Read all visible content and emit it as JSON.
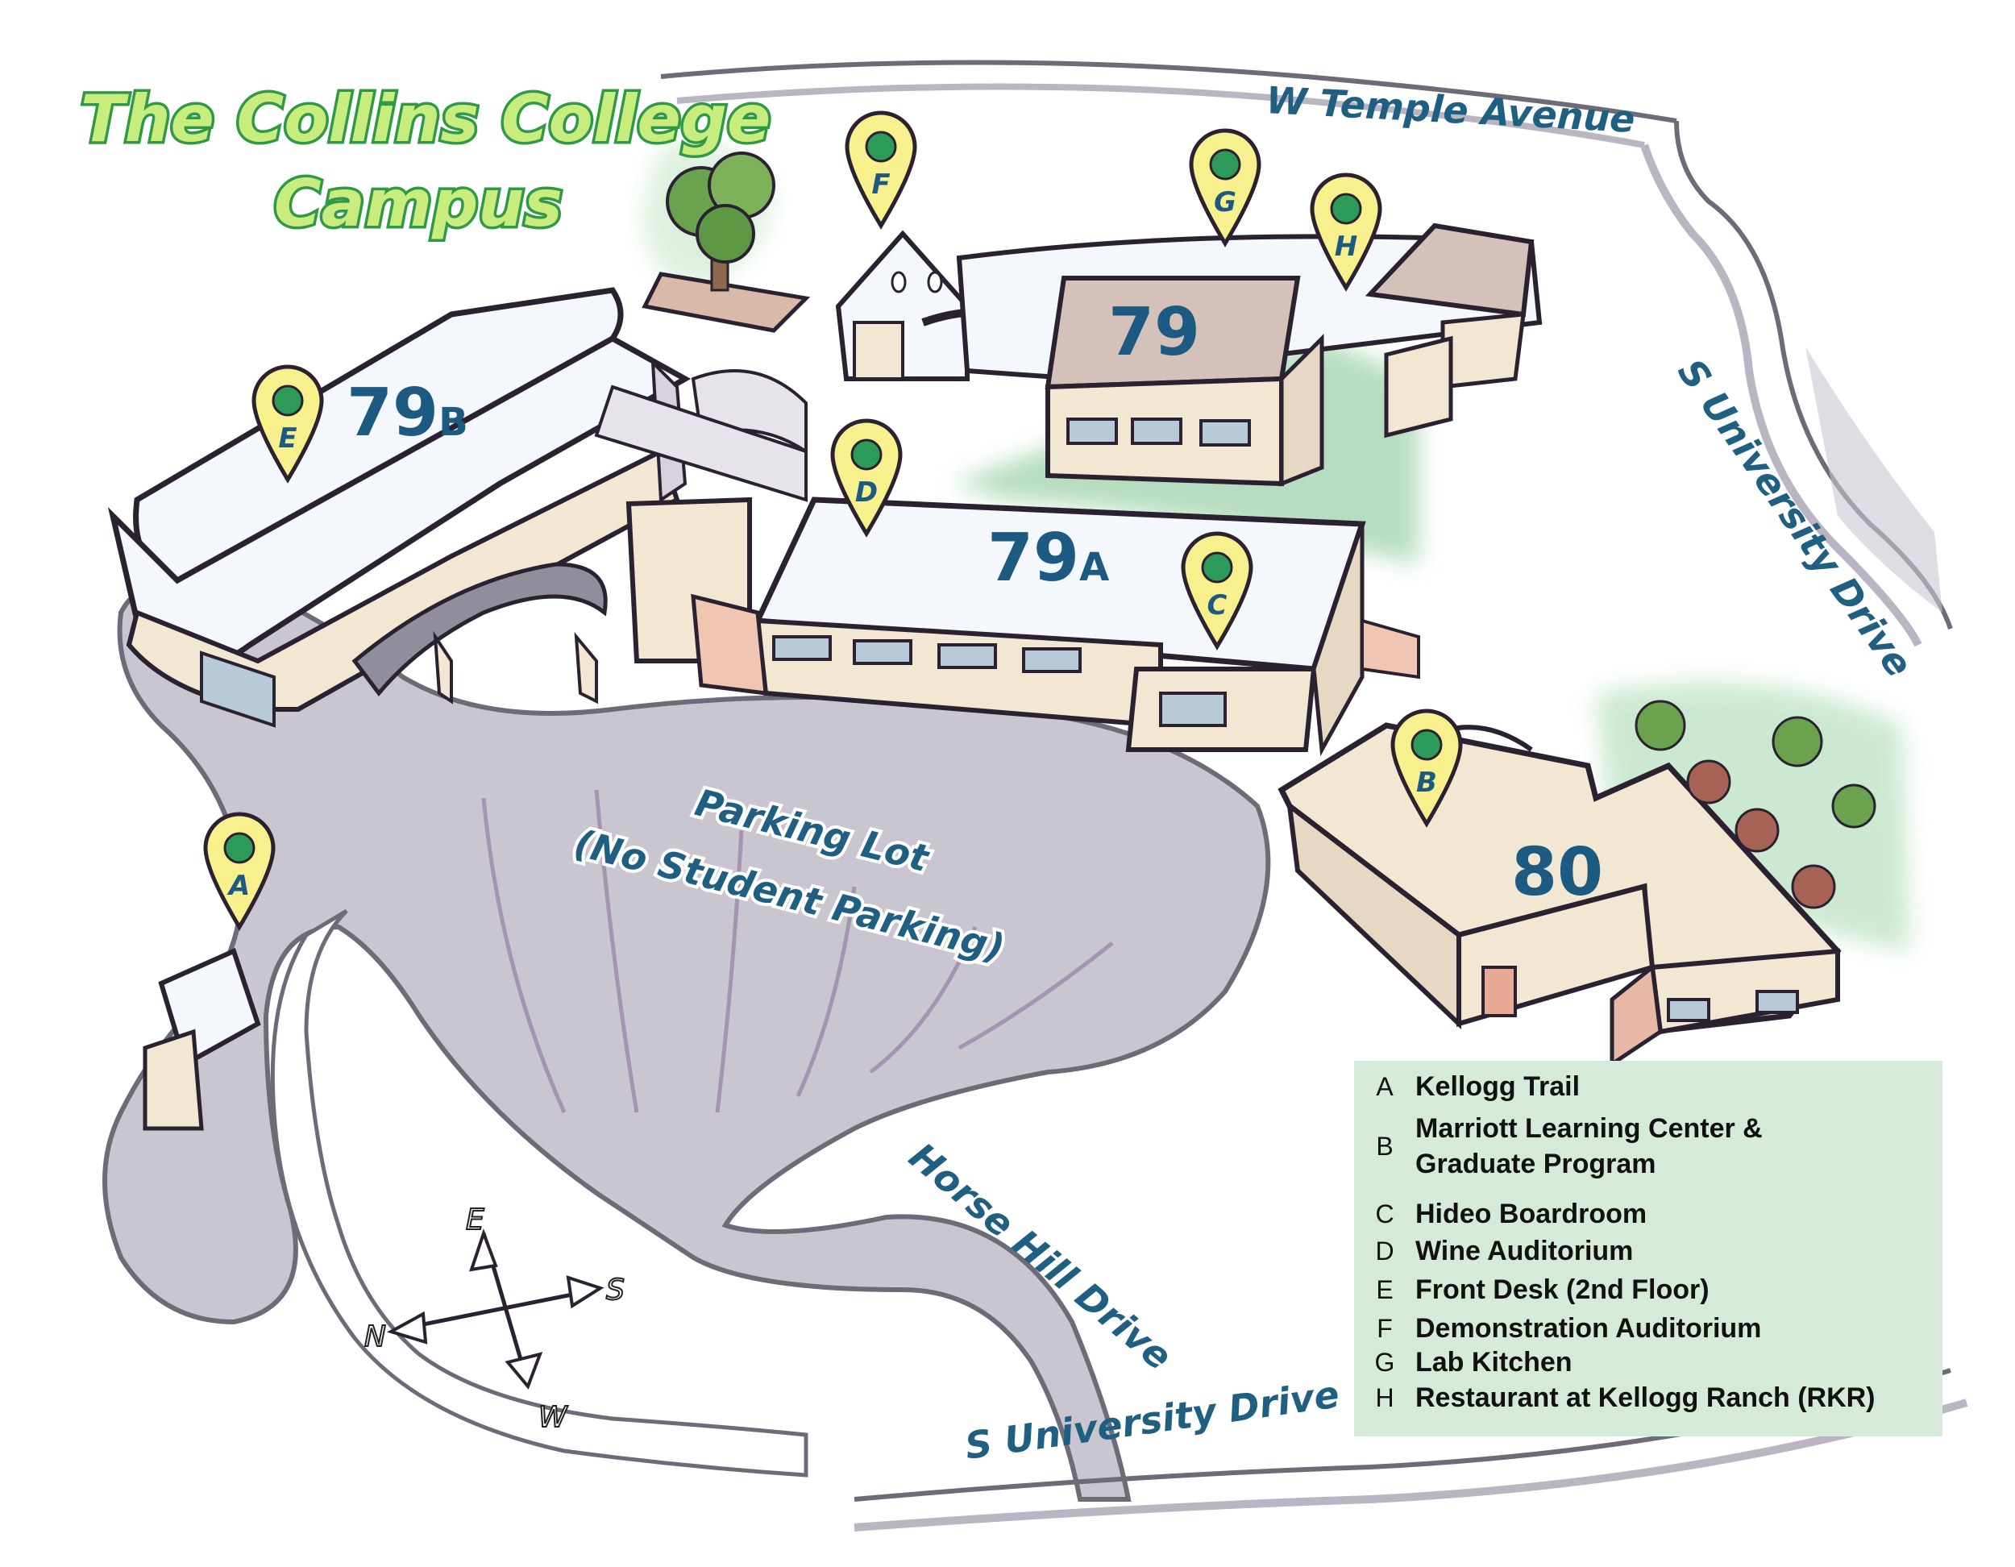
{
  "map": {
    "title_line1": "The Collins College",
    "title_line2": "Campus",
    "streets": {
      "temple": "W Temple Avenue",
      "university_east": "S University Drive",
      "horse_hill": "Horse Hill Drive",
      "university_south": "S University Drive"
    },
    "parking_line1": "Parking Lot",
    "parking_line2": "(No Student Parking)",
    "buildings": {
      "b79": "79",
      "b79a": "79",
      "b79a_sub": "A",
      "b79b": "79",
      "b79b_sub": "B",
      "b80": "80"
    },
    "pins": {
      "a": "A",
      "b": "B",
      "c": "C",
      "d": "D",
      "e": "E",
      "f": "F",
      "g": "G",
      "h": "H"
    },
    "compass": {
      "north": "N",
      "east": "E",
      "south": "S",
      "west": "W"
    },
    "colors": {
      "road": "#c9c6d0",
      "road_outline": "#6e6b78",
      "building_roof": "#f4f7fb",
      "building_wall": "#f2e7d3",
      "outline": "#2a2230",
      "grass": "#9fd2ac",
      "pin_fill": "#f7f08c",
      "pin_dot": "#2e9a5a",
      "label_blue": "#1f5f82",
      "legend_bg": "#d6ead9"
    }
  },
  "legend": {
    "items": [
      {
        "key": "A",
        "name": "Kellogg Trail"
      },
      {
        "key": "B",
        "name": "Marriott Learning Center &",
        "name2": "Graduate Program"
      },
      {
        "key": "C",
        "name": "Hideo Boardroom"
      },
      {
        "key": "D",
        "name": "Wine Auditorium"
      },
      {
        "key": "E",
        "name": "Front Desk (2nd Floor)"
      },
      {
        "key": "F",
        "name": "Demonstration Auditorium"
      },
      {
        "key": "G",
        "name": "Lab Kitchen"
      },
      {
        "key": "H",
        "name": "Restaurant at Kellogg Ranch (RKR)"
      }
    ]
  }
}
